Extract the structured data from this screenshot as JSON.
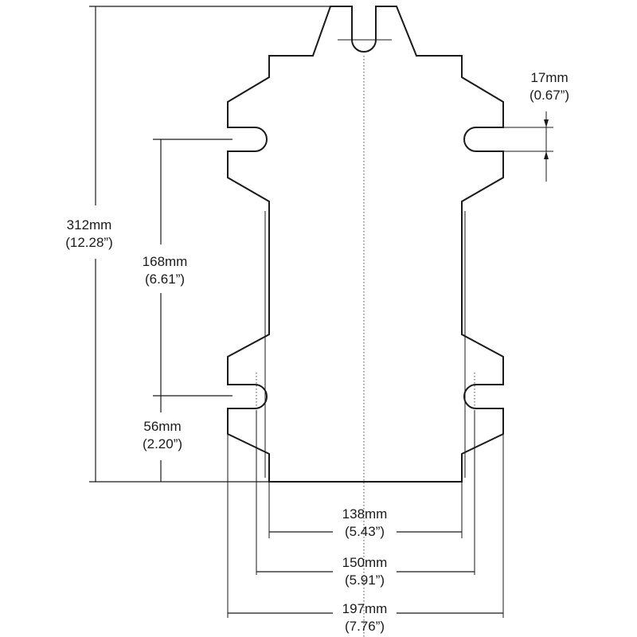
{
  "dimensions": {
    "height_total": {
      "mm": "312mm",
      "inch": "(12.28”)"
    },
    "slot_spacing": {
      "mm": "168mm",
      "inch": "(6.61”)"
    },
    "bottom_slot": {
      "mm": "56mm",
      "inch": "(2.20”)"
    },
    "slot_width": {
      "mm": "17mm",
      "inch": "(0.67”)"
    },
    "body_width": {
      "mm": "138mm",
      "inch": "(5.43”)"
    },
    "slot_span": {
      "mm": "150mm",
      "inch": "(5.91”)"
    },
    "flange_width": {
      "mm": "197mm",
      "inch": "(7.76”)"
    }
  }
}
